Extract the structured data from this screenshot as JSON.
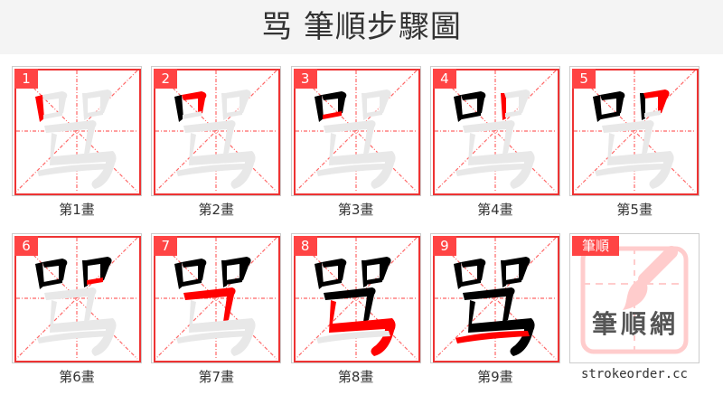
{
  "header": {
    "title": "骂 筆順步驟圖"
  },
  "character": "骂",
  "colors": {
    "accent": "#ff4444",
    "grid": "#ff6666",
    "stroke_done": "#000000",
    "stroke_current": "#ff0000",
    "stroke_pending": "#e8e8e8"
  },
  "steps": [
    {
      "num": "1",
      "label": "第1畫"
    },
    {
      "num": "2",
      "label": "第2畫"
    },
    {
      "num": "3",
      "label": "第3畫"
    },
    {
      "num": "4",
      "label": "第4畫"
    },
    {
      "num": "5",
      "label": "第5畫"
    },
    {
      "num": "6",
      "label": "第6畫"
    },
    {
      "num": "7",
      "label": "第7畫"
    },
    {
      "num": "8",
      "label": "第8畫"
    },
    {
      "num": "9",
      "label": "第9畫"
    }
  ],
  "logo": {
    "tag": "筆順",
    "text": "筆順網",
    "caption": "strokeorder.cc"
  }
}
